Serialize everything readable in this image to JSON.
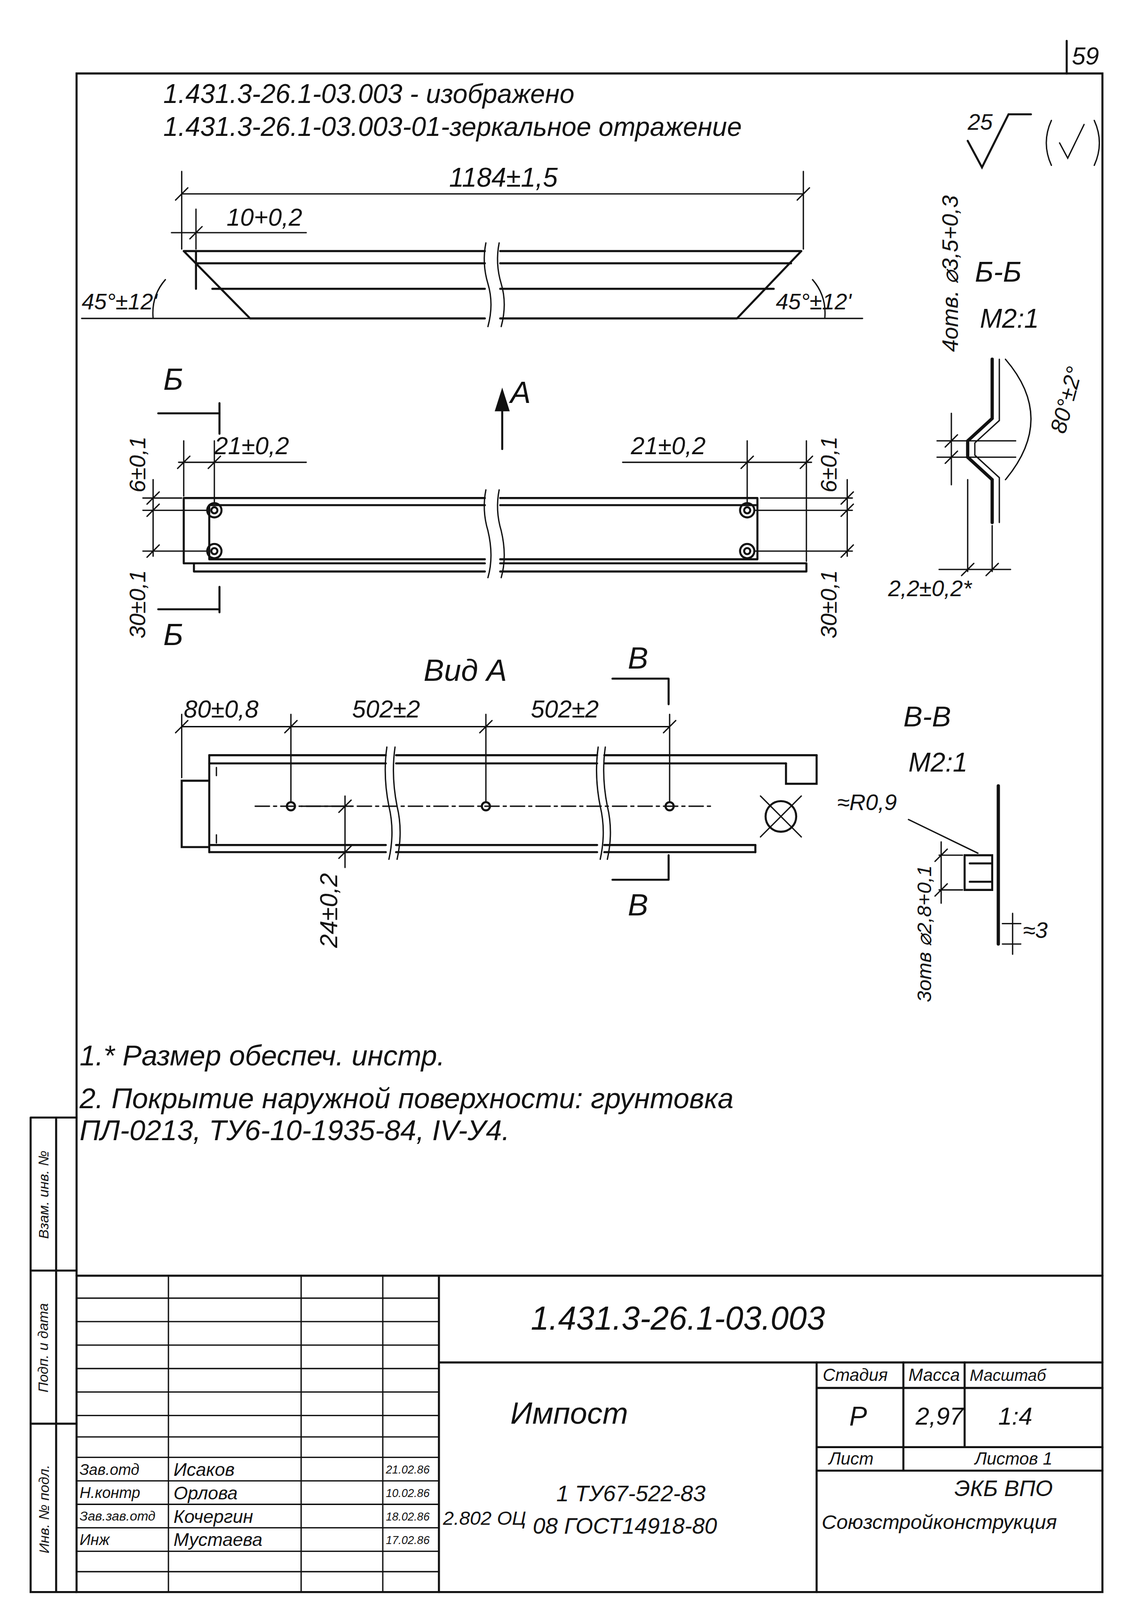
{
  "diagram": {
    "labels": [
      "59",
      "1.431.3-26.1-03.003 - изображено",
      "1.431.3-26.1-03.003-01-зеркальное отражение",
      "25",
      "1184±1,5",
      "10+0,2",
      "45°±12'",
      "45°±12'",
      "Б",
      "А",
      "21±0,2",
      "21±0,2",
      "6±0,1",
      "6±0,1",
      "30±0,1",
      "30±0,1",
      "Б",
      "Б-Б",
      "М2:1",
      "4отв. ⌀3,5+0,3",
      "80°±2°",
      "2,2±0,2*",
      "Вид А",
      "В",
      "80±0,8",
      "502±2",
      "502±2",
      "24±0,2",
      "В",
      "В-В",
      "М2:1",
      "≈R0,9",
      "3отв ⌀2,8+0,1",
      "≈3",
      "1.* Размер обеспеч. инстр.",
      "2. Покрытие наружной поверхности: грунтовка ПЛ-0213, ТУ6-10-1935-84, IV-У4.",
      "1.431.3-26.1-03.003",
      "Импост",
      "Стадия",
      "Масса",
      "Масштаб",
      "Р",
      "2,97",
      "1:4",
      "Лист",
      "Листов 1",
      "ЭКБ ВПО",
      "Союзстройконструкция",
      "Зав.отд",
      "Исаков",
      "21.02.86",
      "Н.контр",
      "Орлова",
      "10.02.86",
      "Зав.зав.отд",
      "Кочергин",
      "18.02.86",
      "Инж",
      "Мустаева",
      "17.02.86",
      "2.802 ОЦ",
      "1 ТУ67-522-83",
      "08 ГОСТ14918-80",
      "Инв. № подл.",
      "Подп. и дата",
      "Взам. инв. №"
    ]
  }
}
